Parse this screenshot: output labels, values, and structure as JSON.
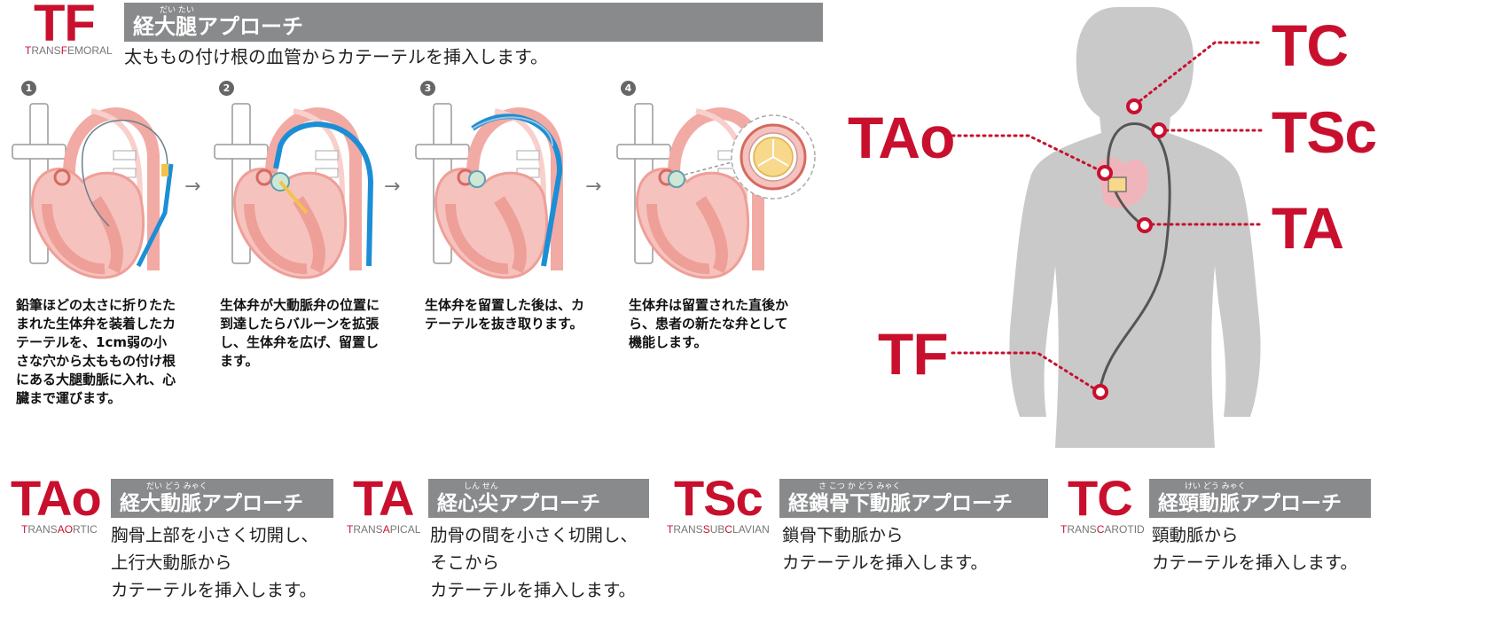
{
  "tf": {
    "abbr": "TF",
    "sub_parts": [
      "T",
      "RANS",
      "F",
      "EMORAL"
    ],
    "ruby": "だい たい",
    "title": "経大腿アプローチ",
    "desc": "太ももの付け根の血管からカテーテルを挿入します。",
    "steps": [
      {
        "num": "1",
        "text": "鉛筆ほどの太さに折りたたまれた生体弁を装着したカテーテルを、1cm弱の小さな穴から太ももの付け根にある大腿動脈に入れ、心臓まで運びます。"
      },
      {
        "num": "2",
        "text": "生体弁が大動脈弁の位置に到達したらバルーンを拡張し、生体弁を広げ、留置します。"
      },
      {
        "num": "3",
        "text": "生体弁を留置した後は、カテーテルを抜き取ります。"
      },
      {
        "num": "4",
        "text": "生体弁は留置された直後から、患者の新たな弁として機能します。"
      }
    ],
    "arrow": "→"
  },
  "body_labels": {
    "tc": "TC",
    "tsc": "TSc",
    "ta": "TA",
    "tao": "TAo",
    "tf": "TF"
  },
  "approaches": [
    {
      "abbr": "TAo",
      "sub_parts": [
        "T",
        "RANS",
        "AO",
        "RTIC"
      ],
      "ruby": "だい どう みゃく",
      "title": "経大動脈アプローチ",
      "lines": [
        "胸骨上部を小さく切開し、",
        "上行大動脈から",
        "カテーテルを挿入します。"
      ]
    },
    {
      "abbr": "TA",
      "sub_parts": [
        "T",
        "RANS",
        "A",
        "PICAL"
      ],
      "ruby": "しん せん",
      "title": "経心尖アプローチ",
      "lines": [
        "肋骨の間を小さく切開し、",
        "そこから",
        "カテーテルを挿入します。"
      ]
    },
    {
      "abbr": "TSc",
      "sub_parts": [
        "T",
        "RANS",
        "S",
        "UB",
        "C",
        "LAVIAN"
      ],
      "ruby": "さ こつ か どう みゃく",
      "title": "経鎖骨下動脈アプローチ",
      "lines": [
        "鎖骨下動脈から",
        "カテーテルを挿入します。"
      ]
    },
    {
      "abbr": "TC",
      "sub_parts": [
        "T",
        "RANS",
        "C",
        "AROTID"
      ],
      "ruby": "けい どう みゃく",
      "title": "経頸動脈アプローチ",
      "lines": [
        "頸動脈から",
        "カテーテルを挿入します。"
      ]
    }
  ],
  "colors": {
    "accent": "#c8102e",
    "band": "#888a8c",
    "heart": "#f2aaa4",
    "catheter": "#1c8ed6",
    "body": "#c9c9c9"
  }
}
